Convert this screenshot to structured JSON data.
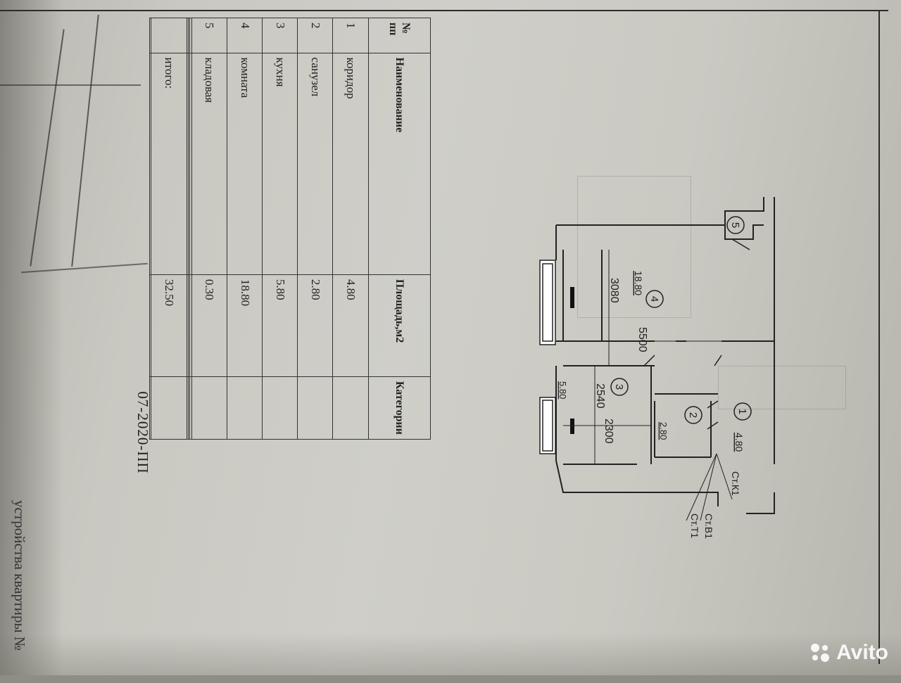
{
  "table": {
    "header": {
      "num": "№ пп",
      "name": "Наименование",
      "area": "Площадь,м2",
      "category": "Категории"
    },
    "rows": [
      {
        "num": "1",
        "name": "коридор",
        "area": "4.80",
        "category": ""
      },
      {
        "num": "2",
        "name": "санузел",
        "area": "2.80",
        "category": ""
      },
      {
        "num": "3",
        "name": "кухня",
        "area": "5.80",
        "category": ""
      },
      {
        "num": "4",
        "name": "комната",
        "area": "18.80",
        "category": ""
      },
      {
        "num": "5",
        "name": "кладовая",
        "area": "0.30",
        "category": ""
      }
    ],
    "total_label": "итого:",
    "total_value": "32.50"
  },
  "doc_code": "07-2020-ПП",
  "doc_title_fragment": "устройства квартиры №",
  "plan": {
    "rooms": [
      {
        "id": "1",
        "area": "4.80"
      },
      {
        "id": "2",
        "area": "2.80"
      },
      {
        "id": "3",
        "area": "5.80"
      },
      {
        "id": "4",
        "area": "18.80"
      },
      {
        "id": "5",
        "area": ""
      }
    ],
    "dims": {
      "total": "5500",
      "room": "3080",
      "kitchen": "2540",
      "kitchen_width": "2300"
    },
    "risers": [
      "Ст.К1",
      "Ст.В1",
      "Ст.Т1"
    ]
  },
  "watermark": "Avito"
}
